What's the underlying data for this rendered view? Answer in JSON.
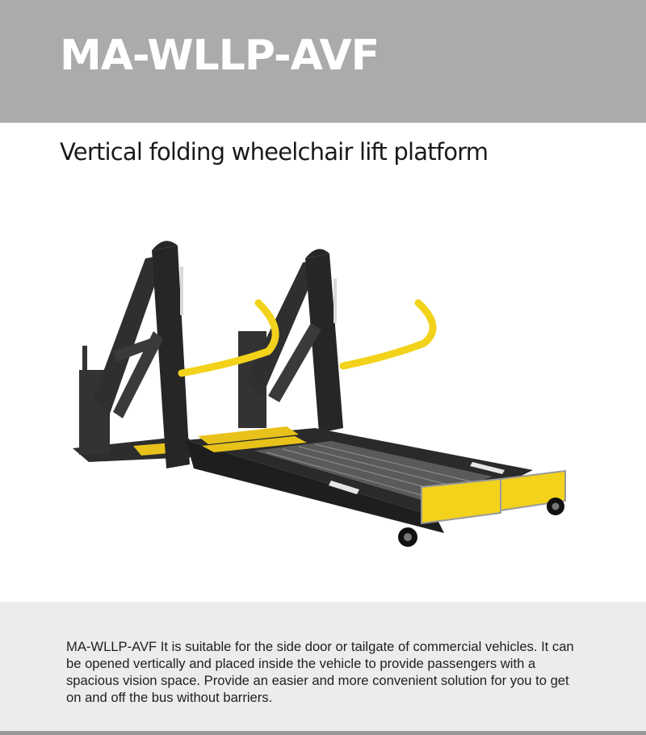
{
  "header": {
    "title": "MA-WLLP-AVF"
  },
  "subtitle": "Vertical folding wheelchair lift platform",
  "description": {
    "model": "MA-WLLP-AVF",
    "text": " It is suitable for the side door or tailgate of commercial vehicles. It can be opened vertically and placed inside the vehicle to provide passengers with a spacious vision space. Provide an easier and more convenient solution for you to get on and off the bus without barriers."
  },
  "colors": {
    "header_bg": "#ababab",
    "footer_bg": "#ececec",
    "frame": "#2b2b2b",
    "handrail": "#f2d21b"
  }
}
